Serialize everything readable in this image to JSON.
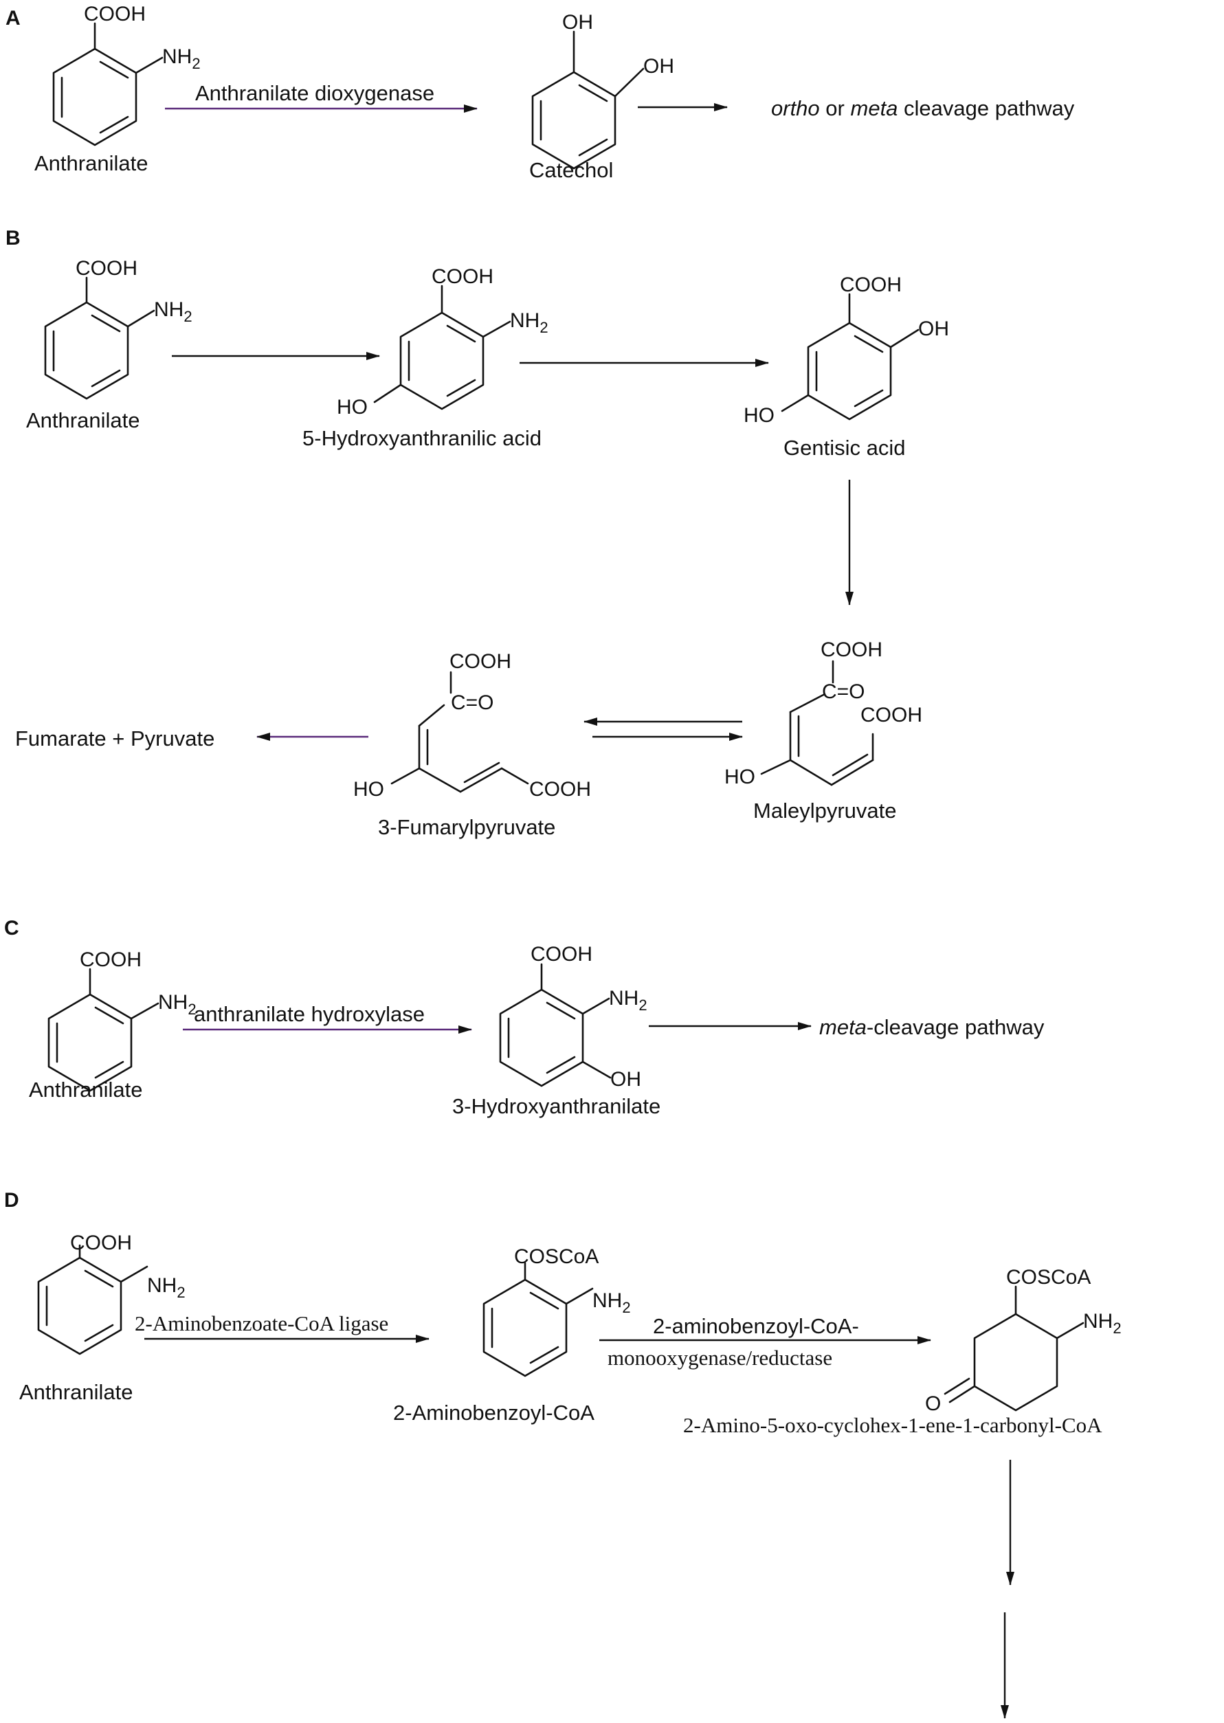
{
  "panels": {
    "A": {
      "label": "A",
      "anthranilate": {
        "name": "Anthranilate",
        "cooh": "COOH",
        "nh2": "NH",
        "sub2": "2"
      },
      "enzyme": "Anthranilate dioxygenase",
      "catechol": {
        "name": "Catechol",
        "oh1": "OH",
        "oh2": "OH"
      },
      "product": {
        "ortho": "ortho",
        "or": "or",
        "meta": "meta",
        "rest": "cleavage pathway"
      }
    },
    "B": {
      "label": "B",
      "anthranilate": {
        "name": "Anthranilate",
        "cooh": "COOH",
        "nh2": "NH",
        "sub2": "2"
      },
      "hydroxyanthranilic": {
        "name": "5-Hydroxyanthranilic acid",
        "cooh": "COOH",
        "nh2": "NH",
        "sub2": "2",
        "ho": "HO"
      },
      "gentisic": {
        "name": "Gentisic acid",
        "cooh": "COOH",
        "oh": "OH",
        "ho": "HO"
      },
      "maleylpyruvate": {
        "name": "Maleylpyruvate",
        "cooh1": "COOH",
        "co": "C=O",
        "cooh2": "COOH",
        "ho": "HO"
      },
      "fumarylpyruvate": {
        "name": "3-Fumarylpyruvate",
        "cooh1": "COOH",
        "co": "C=O",
        "ho": "HO",
        "cooh2": "COOH"
      },
      "products": "Fumarate + Pyruvate"
    },
    "C": {
      "label": "C",
      "anthranilate": {
        "name": "Anthranilate",
        "cooh": "COOH",
        "nh2": "NH",
        "sub2": "2"
      },
      "enzyme": "anthranilate hydroxylase",
      "hydroxy": {
        "name": "3-Hydroxyanthranilate",
        "cooh": "COOH",
        "nh2": "NH",
        "sub2": "2",
        "oh": "OH"
      },
      "product": {
        "meta": "meta",
        "rest": "-cleavage pathway"
      }
    },
    "D": {
      "label": "D",
      "anthranilate": {
        "name": "Anthranilate",
        "cooh": "COOH",
        "nh2": "NH",
        "sub2": "2"
      },
      "enzyme1": "2-Aminobenzoate-CoA ligase",
      "aminobenzoyl": {
        "name": "2-Aminobenzoyl-CoA",
        "coscoa": "COSCoA",
        "nh2": "NH",
        "sub2": "2"
      },
      "enzyme2_line1": "2-aminobenzoyl-CoA-",
      "enzyme2_line2": "monooxygenase/reductase",
      "cyclohex": {
        "name": "2-Amino-5-oxo-cyclohex-1-ene-1-carbonyl-CoA",
        "coscoa": "COSCoA",
        "nh2": "NH",
        "sub2": "2",
        "o": "O"
      }
    }
  },
  "colors": {
    "ink": "#111111",
    "enzyme_arrow": "#5a2a7a"
  }
}
